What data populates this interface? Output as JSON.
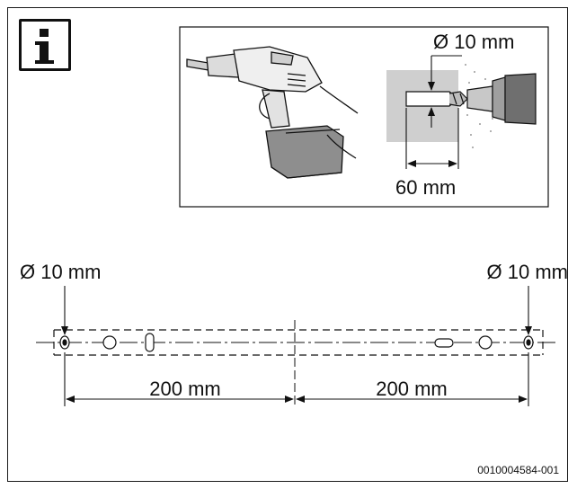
{
  "info_icon": "info-icon",
  "drill_panel": {
    "hole_diameter": "Ø 10 mm",
    "drill_depth": "60 mm"
  },
  "rail": {
    "left_hole_diameter": "Ø 10 mm",
    "right_hole_diameter": "Ø 10 mm",
    "left_spacing": "200 mm",
    "right_spacing": "200 mm"
  },
  "document_code": "0010004584-001"
}
